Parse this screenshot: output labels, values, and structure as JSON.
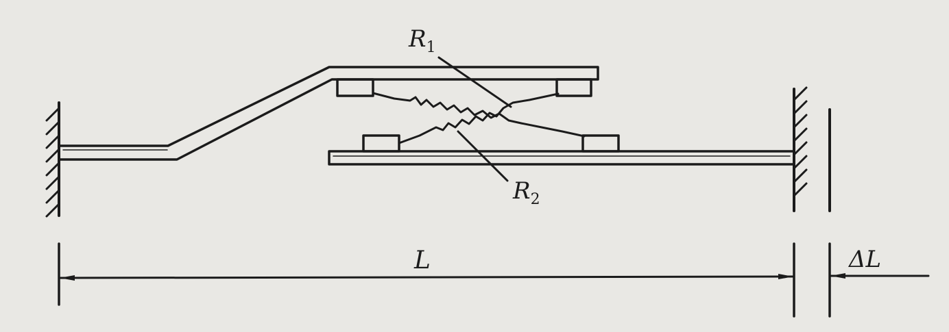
{
  "labels": {
    "r1_main": "R",
    "r1_sub": "1",
    "r2_main": "R",
    "r2_sub": "2",
    "length": "L",
    "delta": "ΔL"
  },
  "colors": {
    "paper": "#e9e8e4",
    "ink": "#1b1b1b"
  }
}
